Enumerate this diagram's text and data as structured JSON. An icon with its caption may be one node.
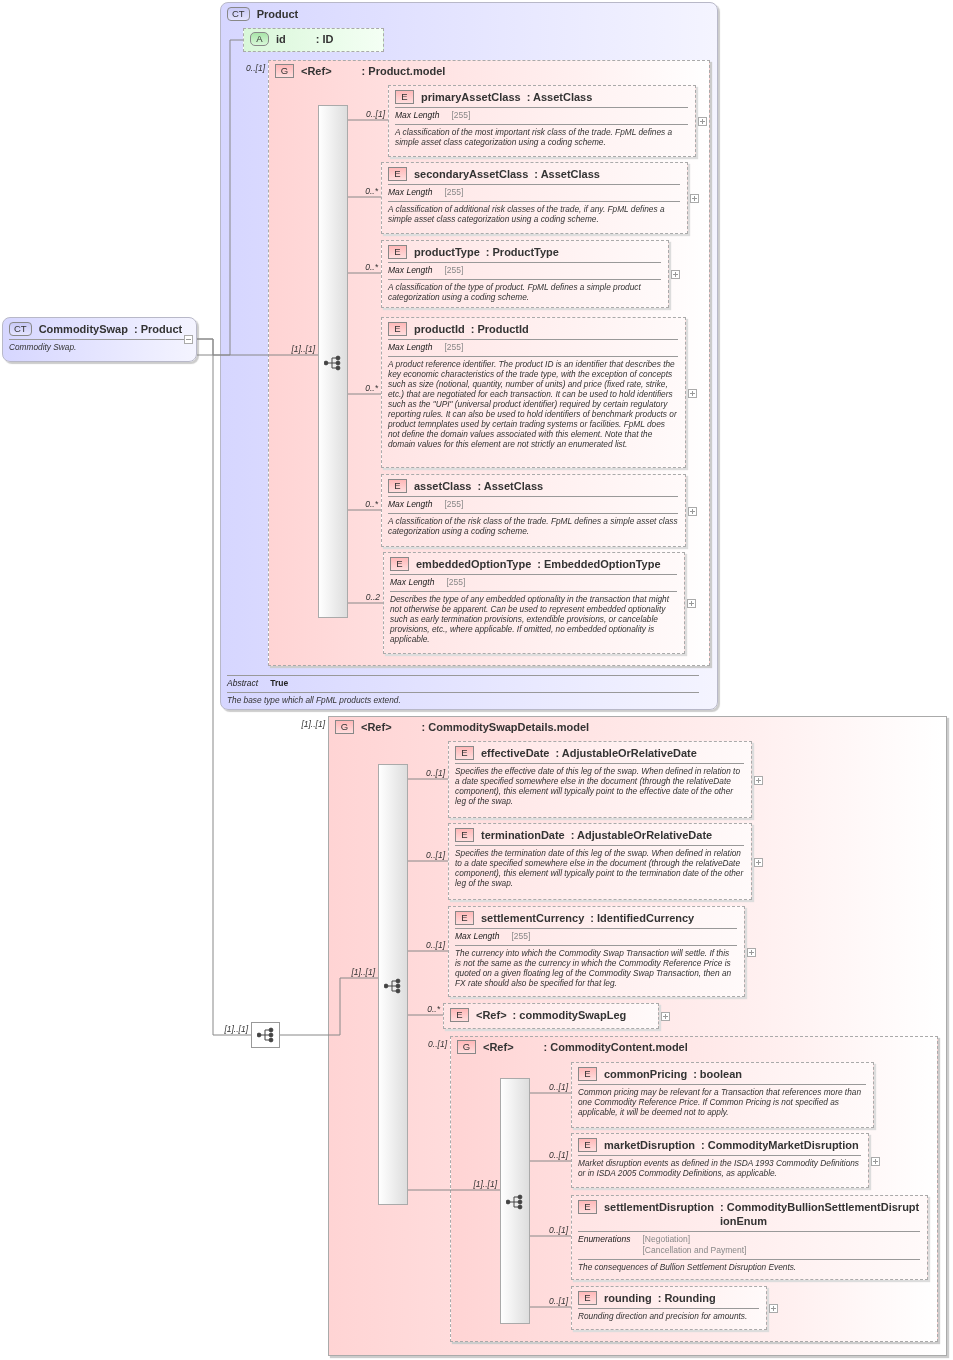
{
  "diagram": {
    "nodes": [
      {
        "text": [
          "CT",
          "CommoditySwap",
          ": Product",
          "Commodity Swap."
        ]
      },
      {
        "text": [
          "CT",
          "Product",
          "Abstract",
          "True",
          "The base type which all FpML products extend."
        ]
      },
      {
        "in": 1,
        "text": [
          "A",
          "id",
          ": ID"
        ]
      },
      {
        "in": 1,
        "text": [
          "G",
          "<Ref>",
          ": Product.model"
        ],
        "beside": [
          "0..[1]"
        ]
      },
      {
        "in": 3,
        "text": [],
        "shape": "bar"
      },
      {
        "in": 3,
        "text": [
          "E",
          "primaryAssetClass",
          ": AssetClass",
          "Max Length",
          "[255]",
          "A classification of the most important risk class of the trade. FpML defines a simple asset class categorization using a coding scheme."
        ]
      },
      {
        "in": 3,
        "text": [
          "E",
          "secondaryAssetClass",
          ": AssetClass",
          "Max Length",
          "[255]",
          "A classification of additional risk classes of the trade, if any. FpML defines a simple asset class categorization using a coding scheme."
        ]
      },
      {
        "in": 3,
        "text": [
          "E",
          "productType",
          ": ProductType",
          "Max Length",
          "[255]",
          "A classification of the type of product. FpML defines a simple product categorization using a coding scheme."
        ]
      },
      {
        "in": 3,
        "text": [
          "E",
          "productId",
          ": ProductId",
          "Max Length",
          "[255]",
          "A product reference identifier. The product ID is an identifier that describes the key economic characteristics of the trade type, with the exception of concepts such as size (notional, quantity, number of units) and price (fixed rate, strike, etc.) that are negotiated for each transaction. It can be used to hold identifiers such as the \"UPI\" (universal product identifier) required by certain regulatory reporting rules. It can also be used to hold identifiers of benchmark products or product temnplates used by certain trading systems or facilities. FpML does not define the domain values associated with this element. Note that the domain values for this element are not strictly an enumerated list."
        ]
      },
      {
        "in": 3,
        "text": [
          "E",
          "assetClass",
          ": AssetClass",
          "Max Length",
          "[255]",
          "A classification of the risk class of the trade. FpML defines a simple asset class categorization using a coding scheme."
        ]
      },
      {
        "in": 3,
        "text": [
          "E",
          "embeddedOptionType",
          ": EmbeddedOptionType",
          "Max Length",
          "[255]",
          "Describes the type of any embedded optionality in the transaction that might not otherwise be apparent. Can be used to represent embedded optionality such as early termination provisions, extendible provisions, or cancelable provisions, etc., where applicable. If omitted, no embedded optionality is applicable."
        ]
      },
      {
        "text": [],
        "shape": "box"
      },
      {
        "text": [
          "G",
          "<Ref>",
          ": CommoditySwapDetails.model"
        ],
        "beside": [
          "[1]..[1]"
        ]
      },
      {
        "in": 12,
        "text": [],
        "shape": "bar"
      },
      {
        "in": 12,
        "text": [
          "E",
          "effectiveDate",
          ": AdjustableOrRelativeDate",
          "Specifies the effective date of this leg of the swap. When defined in relation to a date specified somewhere else in the document (through the relativeDate component), this element will typically point to the effective date of the other leg of the swap."
        ]
      },
      {
        "in": 12,
        "text": [
          "E",
          "terminationDate",
          ": AdjustableOrRelativeDate",
          "Specifies the termination date of this leg of the swap. When defined in relation to a date specified somewhere else in the document (through the relativeDate component), this element will typically point to the termination date of the other leg of the swap."
        ]
      },
      {
        "in": 12,
        "text": [
          "E",
          "settlementCurrency",
          ": IdentifiedCurrency",
          "Max Length",
          "[255]",
          "The currency into which the Commodity Swap Transaction will settle. If this is not the same as the currency in which the Commodity Reference Price is quoted on a given floating leg of the Commodity Swap Transaction, then an FX rate should also be specified for that leg."
        ]
      },
      {
        "in": 12,
        "text": [
          "E",
          "<Ref>",
          ": commoditySwapLeg"
        ]
      },
      {
        "in": 12,
        "text": [
          "G",
          "<Ref>",
          ": CommodityContent.model"
        ],
        "beside": [
          "0..[1]"
        ]
      },
      {
        "in": 18,
        "text": [],
        "shape": "bar"
      },
      {
        "in": 18,
        "text": [
          "E",
          "commonPricing",
          ": boolean",
          "Common pricing may be relevant for a Transaction that references more than one Commodity Reference Price. If Common Pricing is not specified as applicable, it will be deemed not to apply."
        ]
      },
      {
        "in": 18,
        "text": [
          "E",
          "marketDisruption",
          ": CommodityMarketDisruption",
          "Market disruption events as defined in the ISDA 1993 Commodity Definitions or in ISDA 2005 Commodity Definitions, as applicable."
        ]
      },
      {
        "in": 18,
        "text": [
          "E",
          "settlementDisruption",
          ": CommodityBullionSettlementDisruptionEnum",
          "Enumerations",
          "[Negotiation]",
          "[Cancellation and Payment]",
          "The consequences of Bullion Settlement Disruption Events."
        ]
      },
      {
        "in": 18,
        "text": [
          "E",
          "rounding",
          ": Rounding",
          "Rounding direction and precision for amounts."
        ]
      }
    ],
    "edges": [
      {
        "from": 0,
        "to": 2,
        "arrow": "none"
      },
      {
        "from": 0,
        "to": 4,
        "arrow": "none",
        "label": "[1]..[1]"
      },
      {
        "from": 4,
        "to": 5,
        "arrow": "none",
        "label": "0..[1]"
      },
      {
        "from": 4,
        "to": 6,
        "arrow": "none",
        "label": "0..*"
      },
      {
        "from": 4,
        "to": 7,
        "arrow": "none",
        "label": "0..*"
      },
      {
        "from": 4,
        "to": 8,
        "arrow": "none",
        "label": "0..*"
      },
      {
        "from": 4,
        "to": 9,
        "arrow": "none",
        "label": "0..*"
      },
      {
        "from": 4,
        "to": 10,
        "arrow": "none",
        "label": "0..2"
      },
      {
        "from": 0,
        "to": 11,
        "arrow": "none",
        "label": "[1]..[1]"
      },
      {
        "from": 11,
        "to": 13,
        "arrow": "none",
        "label": "[1]..[1]"
      },
      {
        "from": 13,
        "to": 14,
        "arrow": "none",
        "label": "0..[1]"
      },
      {
        "from": 13,
        "to": 15,
        "arrow": "none",
        "label": "0..[1]"
      },
      {
        "from": 13,
        "to": 16,
        "arrow": "none",
        "label": "0..[1]"
      },
      {
        "from": 13,
        "to": 17,
        "arrow": "none",
        "label": "0..*"
      },
      {
        "from": 13,
        "to": 19,
        "arrow": "none",
        "label": "[1]..[1]"
      },
      {
        "from": 19,
        "to": 20,
        "arrow": "none",
        "label": "0..[1]"
      },
      {
        "from": 19,
        "to": 21,
        "arrow": "none",
        "label": "0..[1]"
      },
      {
        "from": 19,
        "to": 22,
        "arrow": "none",
        "label": "0..[1]"
      },
      {
        "from": 19,
        "to": 23,
        "arrow": "none",
        "label": "0..[1]"
      }
    ]
  }
}
